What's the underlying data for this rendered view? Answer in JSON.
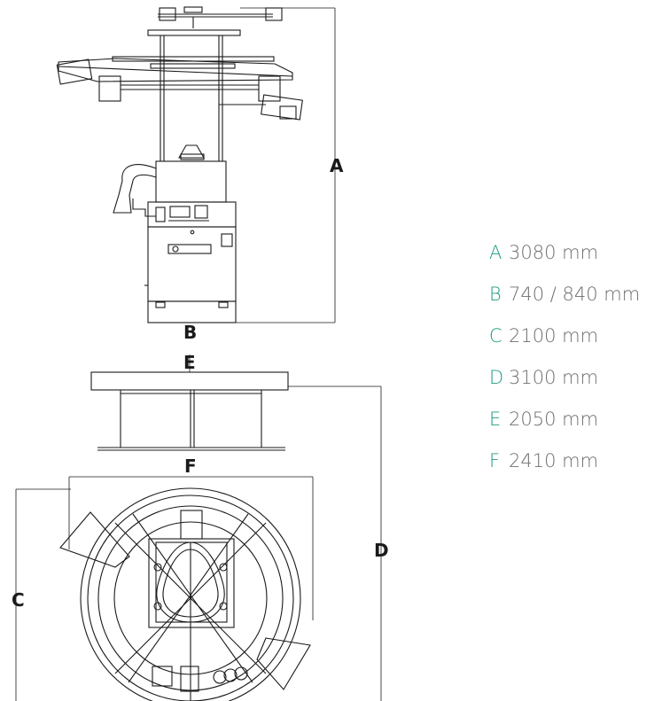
{
  "dimension_labels": {
    "a": "A",
    "b": "B",
    "c": "C",
    "d": "D",
    "e": "E",
    "f": "F"
  },
  "legend": [
    {
      "letter": "A",
      "value": "3080 mm"
    },
    {
      "letter": "B",
      "value": "740 / 840 mm"
    },
    {
      "letter": "C",
      "value": "2100 mm"
    },
    {
      "letter": "D",
      "value": "3100 mm"
    },
    {
      "letter": "E",
      "value": "2050 mm"
    },
    {
      "letter": "F",
      "value": "2410 mm"
    }
  ],
  "colors": {
    "line": "#1a1a1a",
    "legend_letter": "#1f9a82",
    "legend_value": "#6e6e6e"
  }
}
